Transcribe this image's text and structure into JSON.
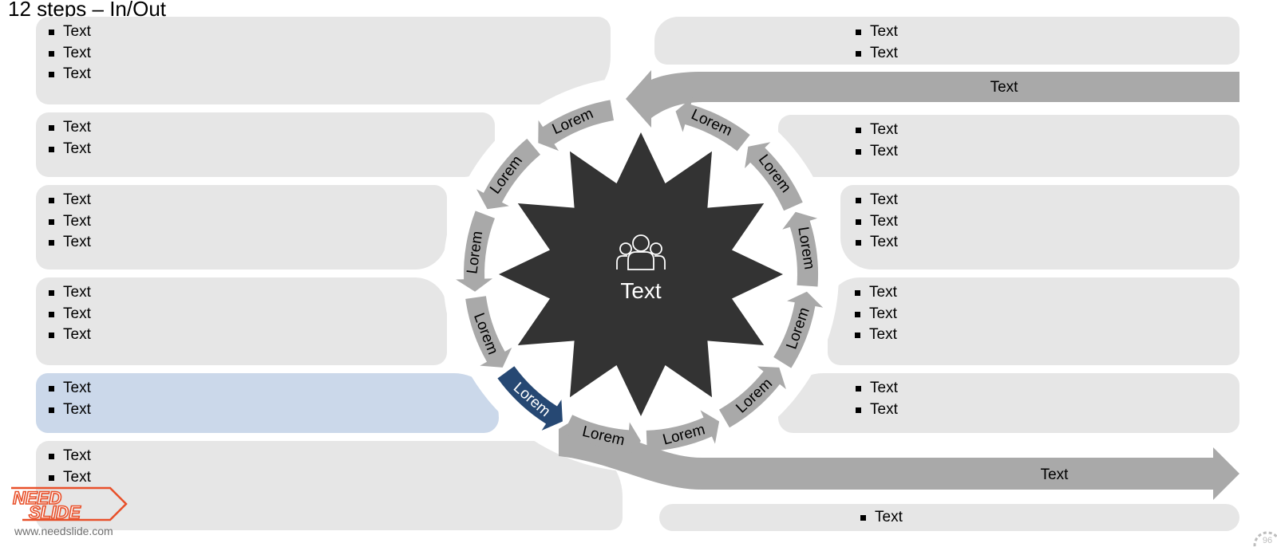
{
  "title": "12 steps – In/Out",
  "center": {
    "text": "Text",
    "icon": "people-group-icon"
  },
  "top_bar_label": "Text",
  "bottom_bar_label": "Text",
  "steps": [
    {
      "label": "Lorem"
    },
    {
      "label": "Lorem"
    },
    {
      "label": "Lorem"
    },
    {
      "label": "Lorem"
    },
    {
      "label": "Lorem"
    },
    {
      "label": "Lorem"
    },
    {
      "label": "Lorem"
    },
    {
      "label": "Lorem"
    },
    {
      "label": "Lorem"
    },
    {
      "label": "Lorem"
    },
    {
      "label": "Lorem"
    },
    {
      "label": "Lorem"
    }
  ],
  "highlighted_step_color": "#264873",
  "left_panels": [
    {
      "items": [
        "Text",
        "Text",
        "Text"
      ]
    },
    {
      "items": [
        "Text",
        "Text"
      ]
    },
    {
      "items": [
        "Text",
        "Text",
        "Text"
      ]
    },
    {
      "items": [
        "Text",
        "Text",
        "Text"
      ]
    },
    {
      "items": [
        "Text",
        "Text"
      ],
      "highlighted": true
    },
    {
      "items": [
        "Text",
        "Text"
      ]
    }
  ],
  "right_panels": [
    {
      "items": [
        "Text",
        "Text"
      ]
    },
    {
      "items": [
        "Text",
        "Text"
      ]
    },
    {
      "items": [
        "Text",
        "Text",
        "Text"
      ]
    },
    {
      "items": [
        "Text",
        "Text",
        "Text"
      ]
    },
    {
      "items": [
        "Text",
        "Text"
      ]
    },
    {
      "items": [
        "Text"
      ]
    }
  ],
  "colors": {
    "panel": "#e6e6e6",
    "panel_highlight": "#cbd8ea",
    "arrow": "#a9a9a9",
    "center": "#333333",
    "logo": "#e8502a"
  },
  "logo": {
    "line1": "NEED",
    "line2": "SLIDE",
    "url": "www.needslide.com"
  },
  "page_number": "96"
}
